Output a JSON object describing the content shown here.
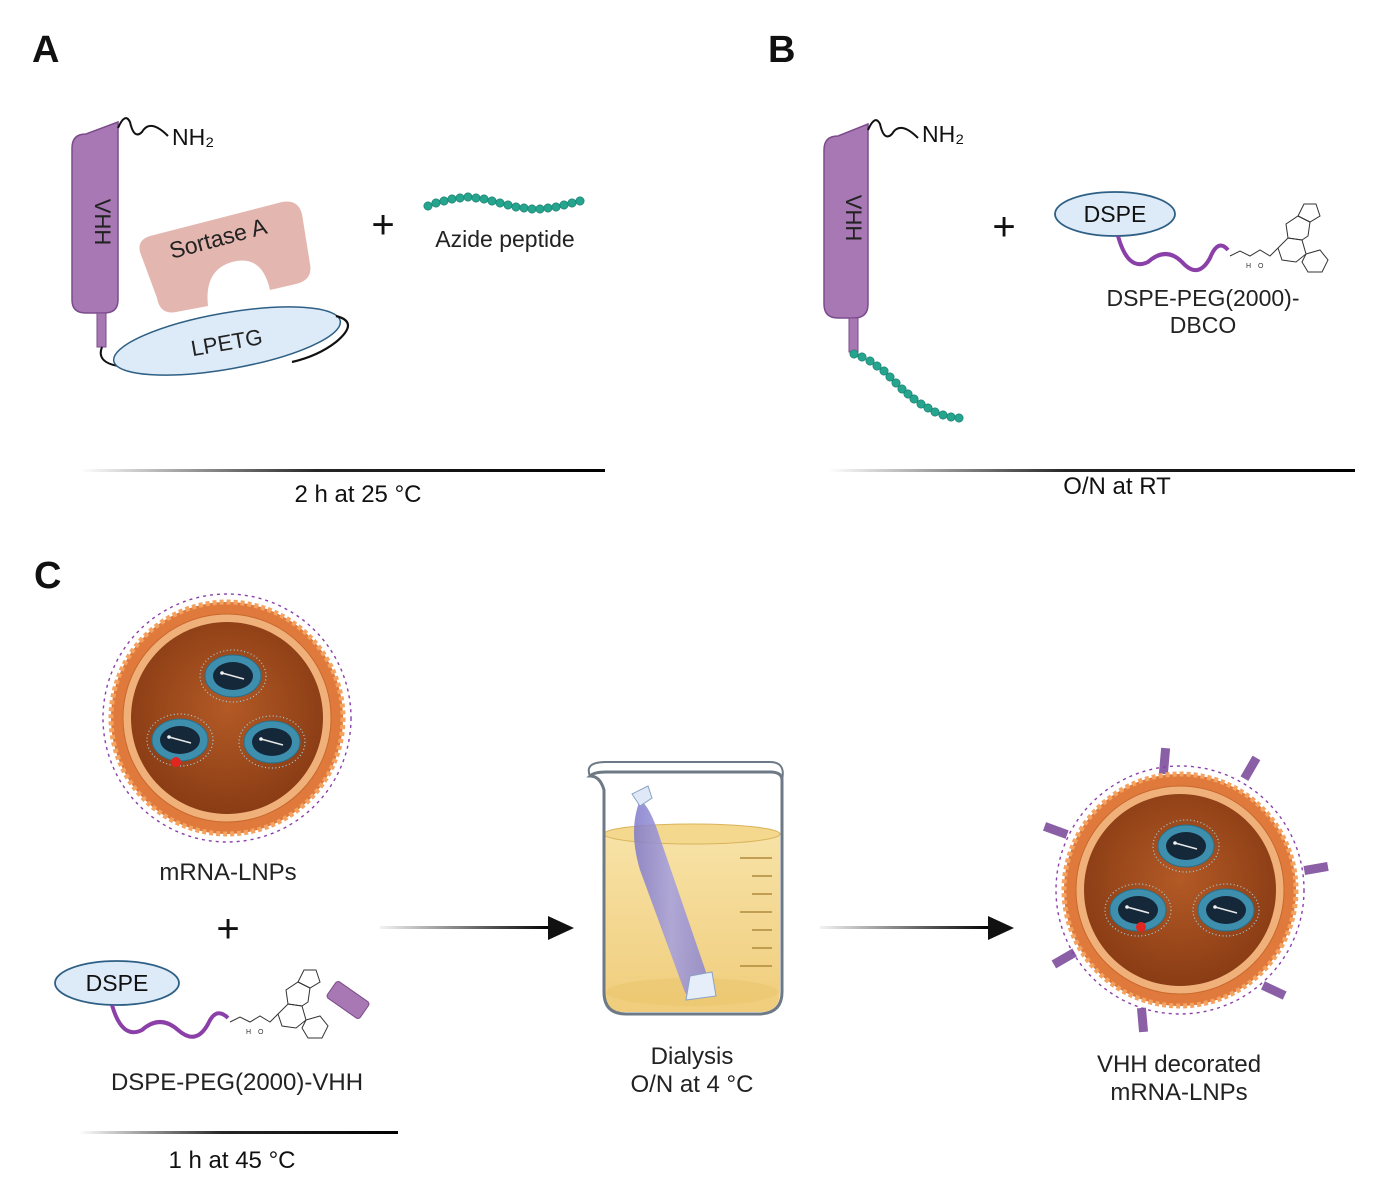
{
  "panels": {
    "a": {
      "letter": "A",
      "nh2": "NH₂",
      "vhh": "VHH",
      "sortase": "Sortase A",
      "lpetg": "LPETG",
      "plus": "+",
      "azide": "Azide peptide",
      "condition": "2 h at 25 °C"
    },
    "b": {
      "letter": "B",
      "nh2": "NH₂",
      "vhh": "VHH",
      "plus": "+",
      "dspe": "DSPE",
      "product_line1": "DSPE-PEG(2000)-",
      "product_line2": "DBCO",
      "condition": "O/N at RT"
    },
    "c": {
      "letter": "C",
      "lnp_label": "mRNA-LNPs",
      "plus": "+",
      "dspe": "DSPE",
      "conjugate": "DSPE-PEG(2000)-VHH",
      "condition": "1 h at 45 °C",
      "dialysis_line1": "Dialysis",
      "dialysis_line2": "O/N at 4 °C",
      "product_line1": "VHH decorated",
      "product_line2": "mRNA-LNPs"
    }
  },
  "icons": [
    "vhh-nanobody-icon",
    "sortase-enzyme-icon",
    "azide-peptide-chain-icon",
    "dbco-structure-icon",
    "lipid-nanoparticle-icon",
    "dialysis-beaker-icon",
    "arrow-icon"
  ],
  "colors": {
    "vhh_purple": "#a878b4",
    "peptide_teal": "#23a08c",
    "sortase_pink": "#e3b3ad",
    "lpetg_blue": "#dcebf7",
    "peg_purple": "#8b3fa8",
    "lnp_orange": "#e07a3c",
    "lnp_core": "#a04a1c",
    "micelle_blue": "#3d8aa6",
    "buffer_yellow": "#f5dc96"
  }
}
